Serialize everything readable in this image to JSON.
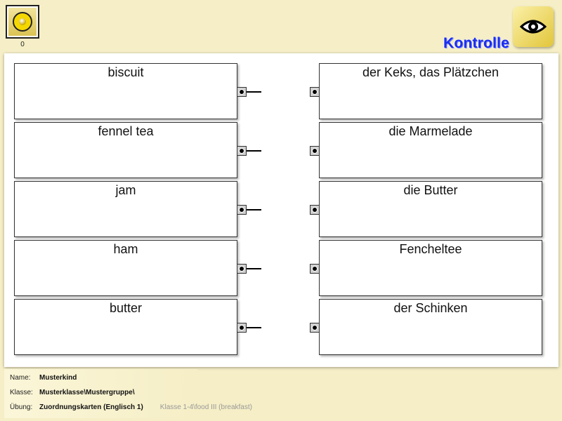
{
  "score": {
    "value": "0"
  },
  "check": {
    "label": "Kontrolle",
    "icon": "eye-icon"
  },
  "pairs": {
    "left": [
      "biscuit",
      "fennel tea",
      "jam",
      "ham",
      "butter"
    ],
    "right": [
      "der Keks, das Plätzchen",
      "die Marmelade",
      "die Butter",
      "Fencheltee",
      "der Schinken"
    ]
  },
  "footer": {
    "name_label": "Name:",
    "name": "Musterkind",
    "class_label": "Klasse:",
    "class": "Musterklasse\\Mustergruppe\\",
    "exercise_label": "Übung:",
    "exercise": "Zuordnungskarten (Englisch 1)",
    "path": "Klasse 1-4\\food III (breakfast)"
  },
  "colors": {
    "background": "#f5eec6",
    "accent": "#1a2ef0"
  }
}
